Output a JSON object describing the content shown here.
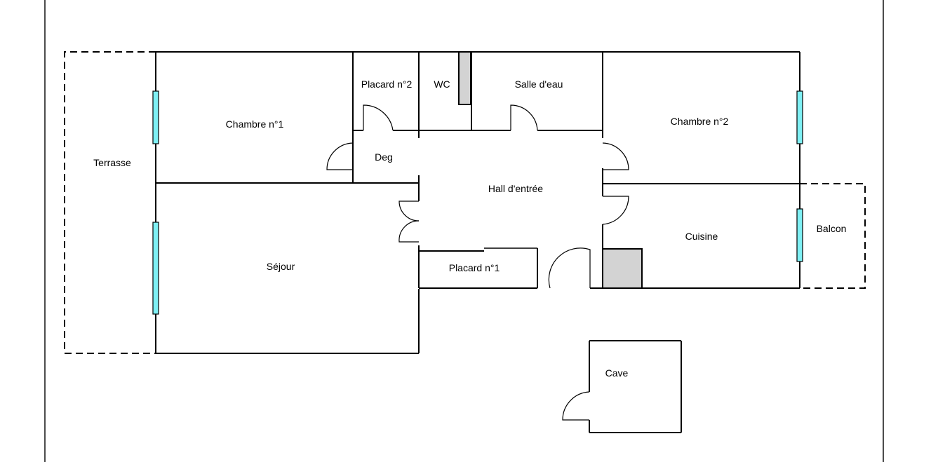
{
  "rooms": {
    "terrasse": "Terrasse",
    "chambre1": "Chambre n°1",
    "placard2": "Placard n°2",
    "wc": "WC",
    "salle_eau": "Salle d'eau",
    "chambre2": "Chambre n°2",
    "deg": "Deg",
    "hall": "Hall d'entrée",
    "sejour": "Séjour",
    "placard1": "Placard n°1",
    "cuisine": "Cuisine",
    "balcon": "Balcon",
    "cave": "Cave"
  },
  "colors": {
    "window": "#7ff0f4",
    "fixture": "#d3d3d3",
    "wall": "#000000"
  }
}
